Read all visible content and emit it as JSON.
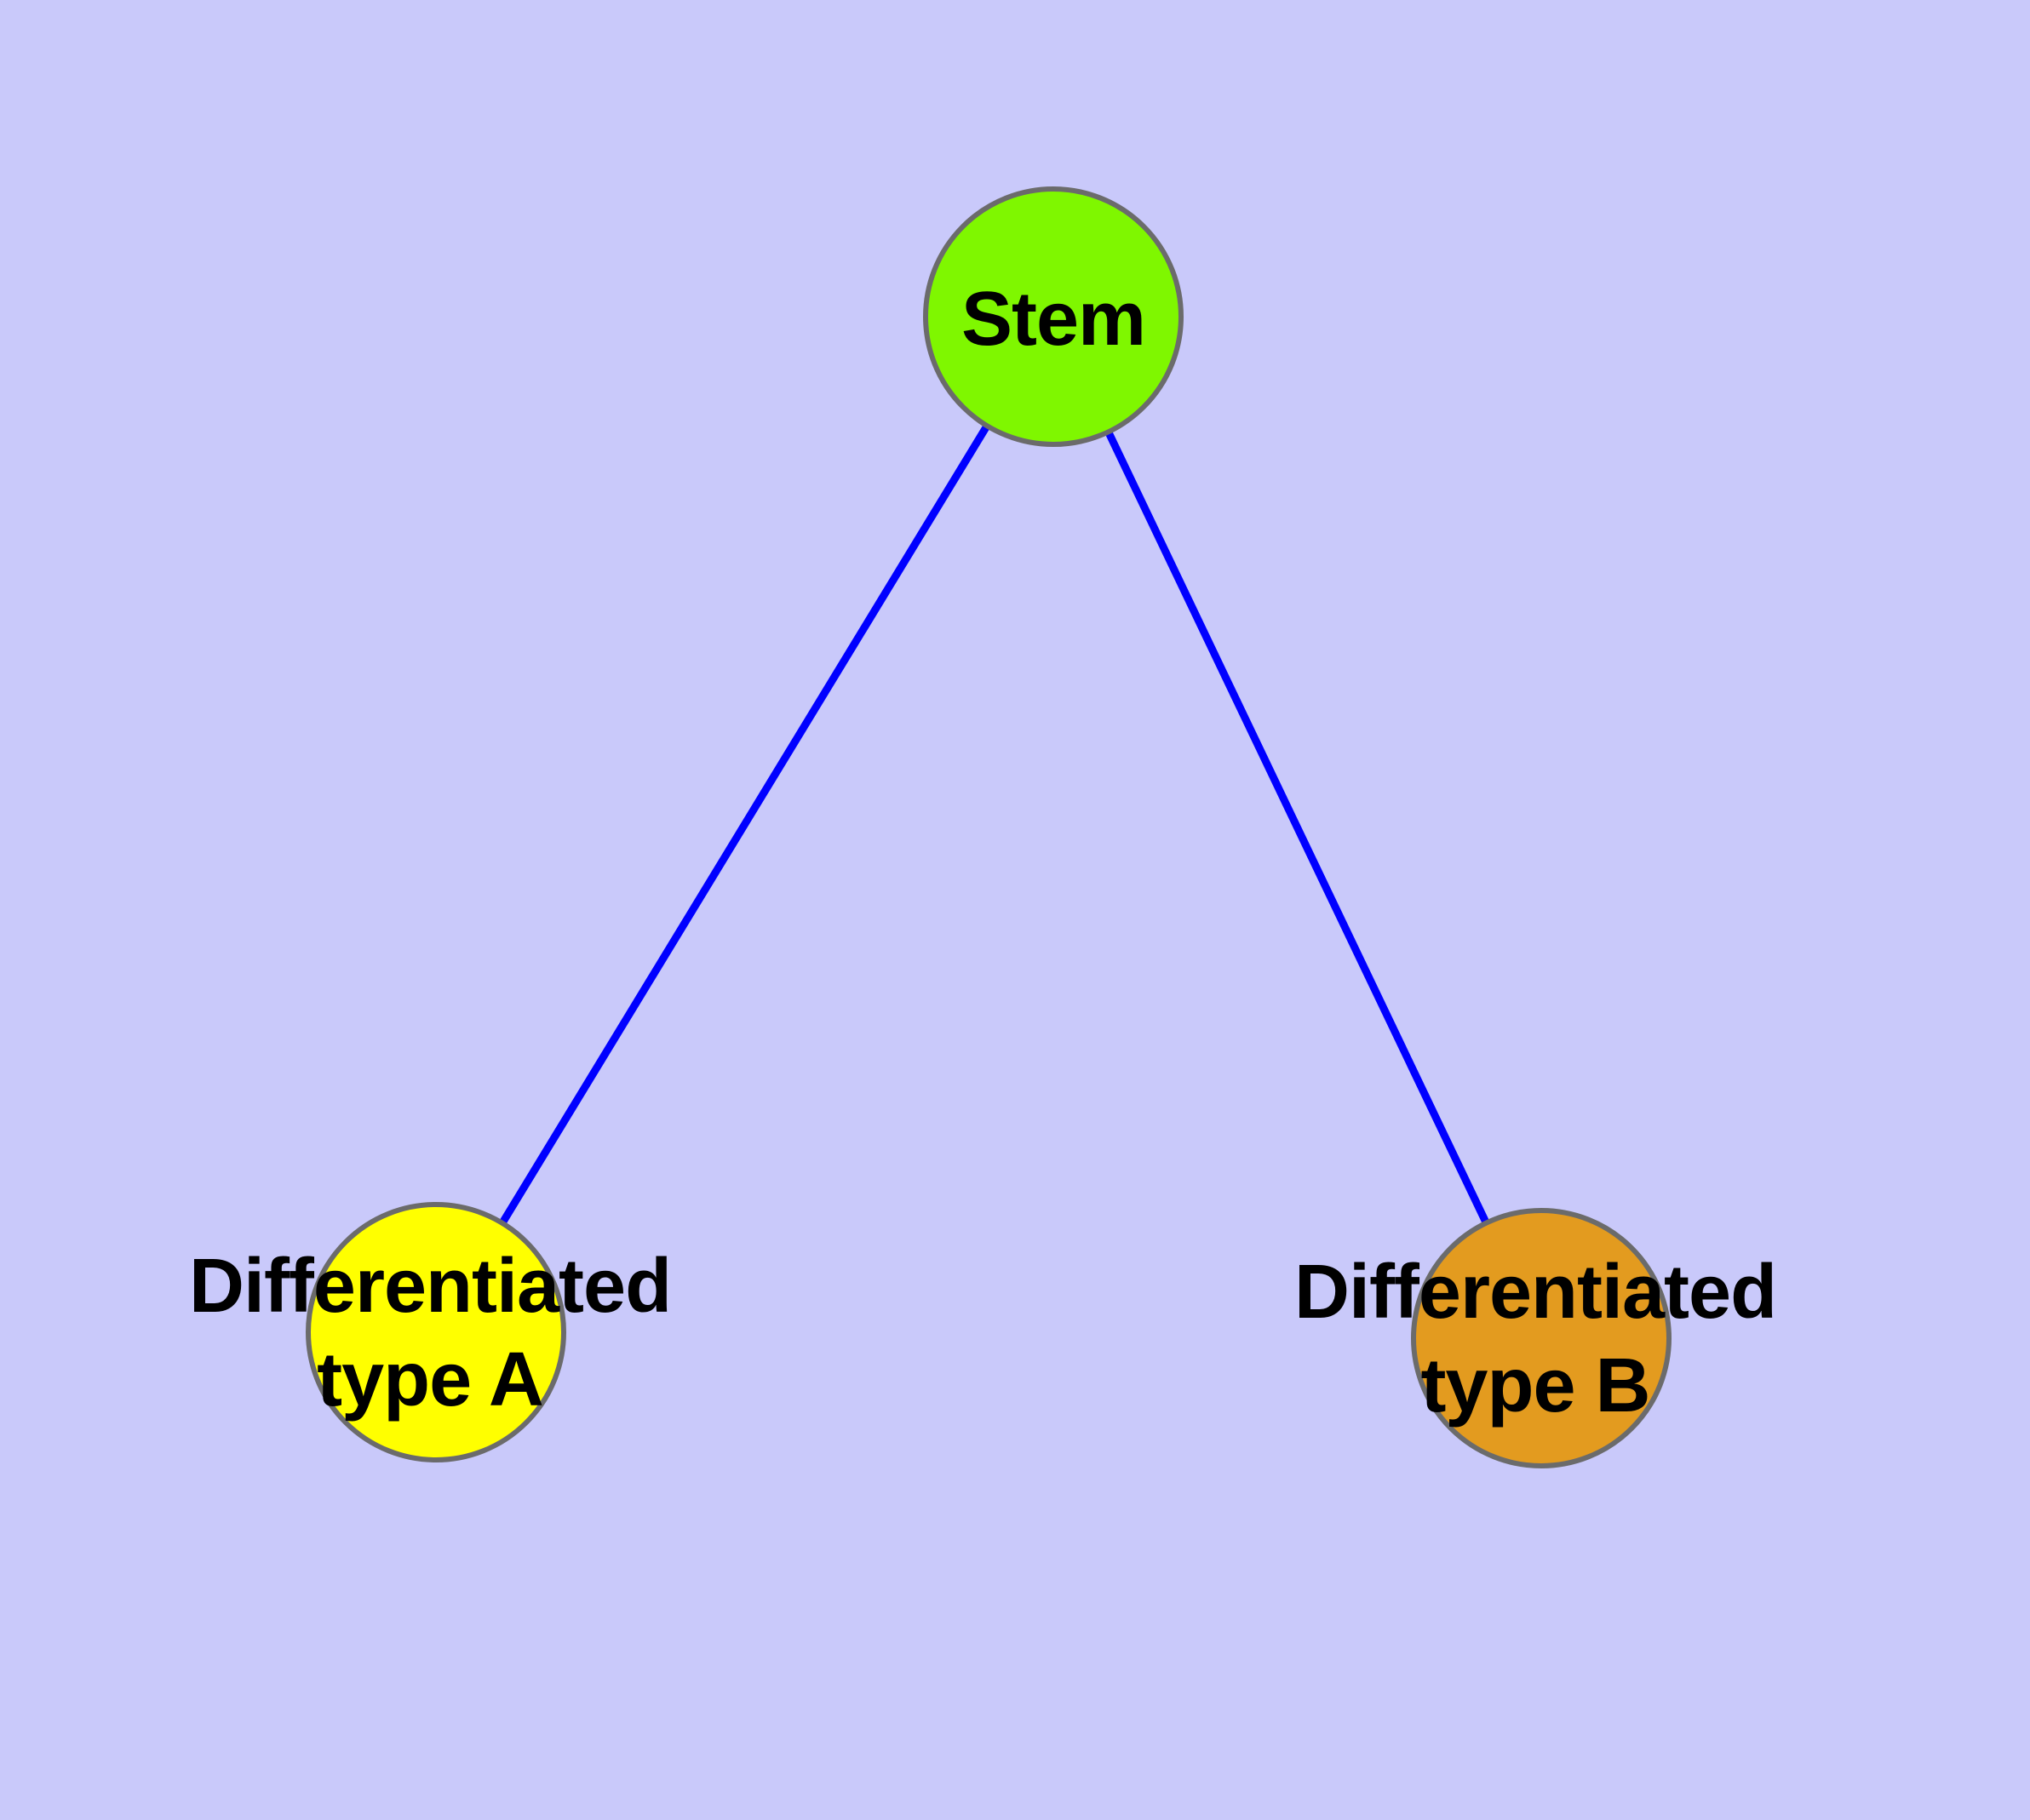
{
  "background_color": "#C9C9FA",
  "graph": {
    "title": "",
    "label_color": "#000000",
    "nodes": [
      {
        "id": "stem",
        "label": "Stem",
        "fill": "#7FF700",
        "stroke": "#6B6B6B"
      },
      {
        "id": "typeA",
        "label": "Differentiated\ntype A",
        "fill": "#FFFF00",
        "stroke": "#6B6B6B"
      },
      {
        "id": "typeB",
        "label": "Differentiated\ntype B",
        "fill": "#E39B1F",
        "stroke": "#6B6B6B"
      }
    ],
    "edges": [
      {
        "from": "stem",
        "to": "typeA",
        "color": "#0000FF"
      },
      {
        "from": "stem",
        "to": "typeB",
        "color": "#0000FF"
      }
    ]
  }
}
